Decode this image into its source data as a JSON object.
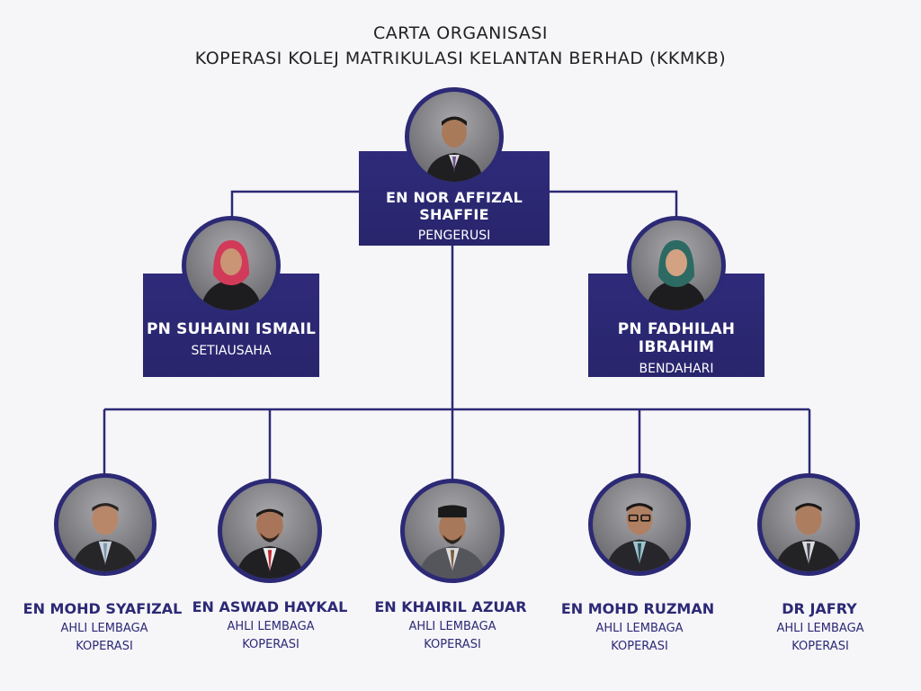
{
  "header": {
    "title_line1": "CARTA ORGANISASI",
    "title_line2": "KOPERASI KOLEJ MATRIKULASI KELANTAN BERHAD (KKMKB)"
  },
  "chairman": {
    "name": "EN NOR AFFIZAL SHAFFIE",
    "role": "PENGERUSI"
  },
  "secretary": {
    "name": "PN SUHAINI ISMAIL",
    "role": "SETIAUSAHA"
  },
  "treasurer": {
    "name": "PN FADHILAH IBRAHIM",
    "role": "BENDAHARI"
  },
  "members": [
    {
      "name": "EN MOHD SYAFIZAL",
      "role_line1": "AHLI LEMBAGA",
      "role_line2": "KOPERASI"
    },
    {
      "name": "EN ASWAD HAYKAL",
      "role_line1": "AHLI LEMBAGA",
      "role_line2": "KOPERASI"
    },
    {
      "name": "EN KHAIRIL AZUAR",
      "role_line1": "AHLI LEMBAGA",
      "role_line2": "KOPERASI"
    },
    {
      "name": "EN MOHD RUZMAN",
      "role_line1": "AHLI LEMBAGA",
      "role_line2": "KOPERASI"
    },
    {
      "name": "DR JAFRY",
      "role_line1": "AHLI LEMBAGA",
      "role_line2": "KOPERASI"
    }
  ],
  "colors": {
    "primary": "#2c2975",
    "connector": "#2c2975",
    "background": "#f6f5f8"
  }
}
